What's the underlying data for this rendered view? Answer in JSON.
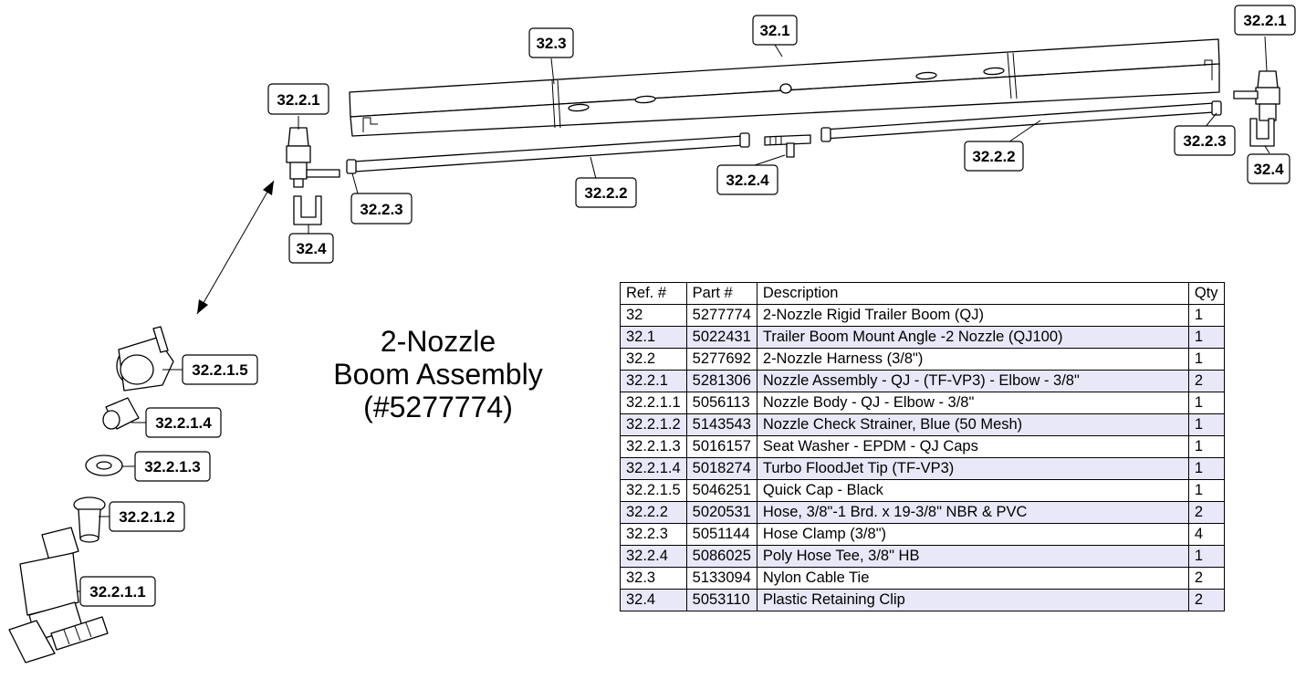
{
  "title": {
    "line1": "2-Nozzle",
    "line2": "Boom Assembly",
    "line3": "(#5277774)"
  },
  "callouts": {
    "c_32_3": "32.3",
    "c_32_1": "32.1",
    "c_32_2_1_top_right": "32.2.1",
    "c_32_2_1_left": "32.2.1",
    "c_32_2_3_right": "32.2.3",
    "c_32_2_2_right": "32.2.2",
    "c_32_4_right": "32.4",
    "c_32_2_4": "32.2.4",
    "c_32_2_2_left": "32.2.2",
    "c_32_2_3_left": "32.2.3",
    "c_32_4_left": "32.4",
    "c_32_2_1_5": "32.2.1.5",
    "c_32_2_1_4": "32.2.1.4",
    "c_32_2_1_3": "32.2.1.3",
    "c_32_2_1_2": "32.2.1.2",
    "c_32_2_1_1": "32.2.1.1"
  },
  "table": {
    "headers": [
      "Ref. #",
      "Part #",
      "Description",
      "Qty"
    ],
    "rows": [
      [
        "32",
        "5277774",
        "2-Nozzle Rigid Trailer Boom (QJ)",
        "1"
      ],
      [
        "32.1",
        "5022431",
        "Trailer Boom Mount Angle -2 Nozzle (QJ100)",
        "1"
      ],
      [
        "32.2",
        "5277692",
        "2-Nozzle Harness (3/8\")",
        "1"
      ],
      [
        "32.2.1",
        "5281306",
        "Nozzle Assembly - QJ - (TF-VP3) - Elbow - 3/8\"",
        "2"
      ],
      [
        "32.2.1.1",
        "5056113",
        "Nozzle Body - QJ - Elbow - 3/8\"",
        "1"
      ],
      [
        "32.2.1.2",
        "5143543",
        "Nozzle Check Strainer, Blue (50 Mesh)",
        "1"
      ],
      [
        "32.2.1.3",
        "5016157",
        "Seat Washer - EPDM - QJ Caps",
        "1"
      ],
      [
        "32.2.1.4",
        "5018274",
        "Turbo FloodJet Tip (TF-VP3)",
        "1"
      ],
      [
        "32.2.1.5",
        "5046251",
        "Quick Cap - Black",
        "1"
      ],
      [
        "32.2.2",
        "5020531",
        "Hose, 3/8\"-1 Brd. x 19-3/8\" NBR & PVC",
        "2"
      ],
      [
        "32.2.3",
        "5051144",
        "Hose Clamp (3/8\")",
        "4"
      ],
      [
        "32.2.4",
        "5086025",
        "Poly Hose Tee, 3/8\" HB",
        "1"
      ],
      [
        "32.3",
        "5133094",
        "Nylon Cable Tie",
        "2"
      ],
      [
        "32.4",
        "5053110",
        "Plastic Retaining Clip",
        "2"
      ]
    ],
    "row_shading": "#e8e8f8"
  }
}
